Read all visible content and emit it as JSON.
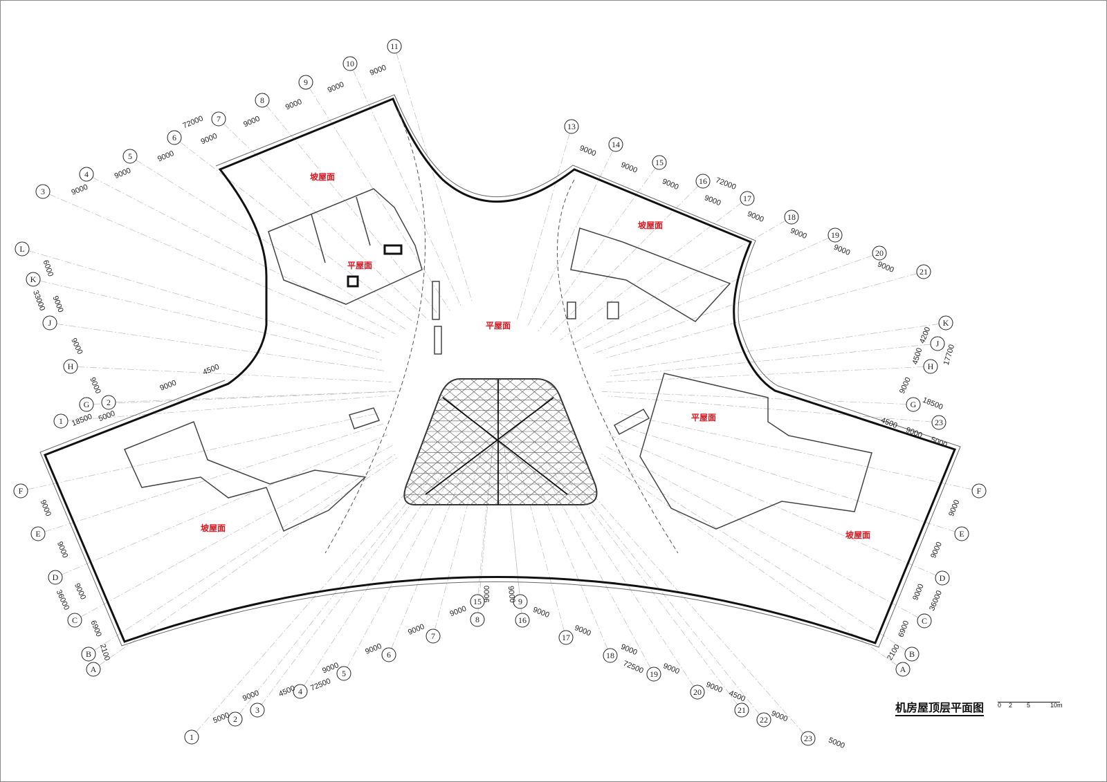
{
  "title": "机房屋顶层平面图",
  "scale_bar": [
    "0",
    "2",
    "5",
    "10m"
  ],
  "region_labels": {
    "slope_top_left": "坡屋面",
    "flat_top_left": "平屋面",
    "slope_top_right": "坡屋面",
    "flat_center": "平屋面",
    "flat_right": "平屋面",
    "slope_bottom_left": "坡屋面",
    "slope_bottom_right": "坡屋面"
  },
  "axes": {
    "top_left": {
      "labels": [
        "3",
        "4",
        "5",
        "6",
        "7",
        "8",
        "9",
        "10",
        "11"
      ],
      "dims": [
        "9000",
        "9000",
        "9000",
        "9000",
        "9000",
        "9000",
        "9000",
        "9000"
      ],
      "total": "72000"
    },
    "top_right": {
      "labels": [
        "13",
        "14",
        "15",
        "16",
        "17",
        "18",
        "19",
        "20",
        "21"
      ],
      "dims": [
        "9000",
        "9000",
        "9000",
        "9000",
        "9000",
        "9000",
        "9000",
        "9000"
      ],
      "total": "72000"
    },
    "left_upper": {
      "labels": [
        "L",
        "K",
        "J",
        "H",
        "G"
      ],
      "dims": [
        "6000",
        "9000",
        "9000",
        "9000"
      ],
      "total": "33000"
    },
    "left_lower": {
      "labels": [
        "F",
        "E",
        "D",
        "C",
        "B",
        "A"
      ],
      "dims": [
        "9000",
        "9000",
        "9000",
        "6900",
        "2100"
      ],
      "total": "36000"
    },
    "left_mid": {
      "labels": [
        "1",
        "2"
      ],
      "dims": [
        "5000",
        "9000",
        "4500"
      ],
      "total": "18500"
    },
    "right_upper": {
      "labels": [
        "K",
        "J",
        "H",
        "G",
        "23"
      ],
      "dims": [
        "4200",
        "4500",
        "9000"
      ],
      "total": "17700"
    },
    "right_mid": {
      "dims": [
        "4500",
        "9000",
        "5000"
      ],
      "total": "18500"
    },
    "right_lower": {
      "labels": [
        "F",
        "E",
        "D",
        "C",
        "B",
        "A"
      ],
      "dims": [
        "9000",
        "9000",
        "9000",
        "6900",
        "2100"
      ],
      "total": "36000"
    },
    "bottom_left": {
      "labels": [
        "1",
        "2",
        "3",
        "4",
        "5",
        "6",
        "7",
        "8",
        "15"
      ],
      "dims": [
        "5000",
        "9000",
        "4500",
        "9000",
        "9000",
        "9000",
        "9000",
        "9000"
      ],
      "total": "72500"
    },
    "bottom_right": {
      "labels": [
        "9",
        "16",
        "17",
        "18",
        "19",
        "20",
        "21",
        "22",
        "23"
      ],
      "dims": [
        "9000",
        "9000",
        "9000",
        "9000",
        "9000",
        "9000",
        "4500",
        "9000",
        "5000"
      ],
      "total": "72500"
    }
  },
  "colors": {
    "label": "#e0141e",
    "line": "#111111",
    "grid": "#bbbbbb"
  }
}
